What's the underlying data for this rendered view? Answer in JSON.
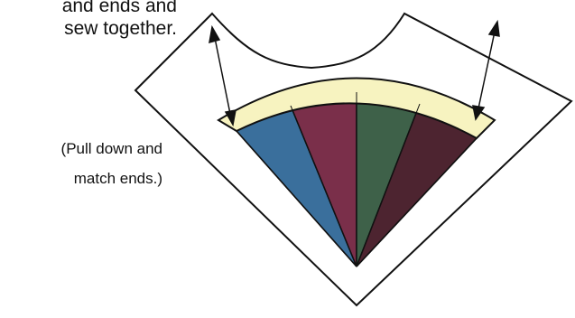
{
  "text": {
    "top_line_1": "and ends and",
    "top_line_2": "sew together.",
    "note_line_1": "(Pull down and",
    "note_line_2": "match ends.)"
  },
  "colors": {
    "outline": "#111111",
    "background": "#ffffff",
    "band": "#f7f3c0",
    "wedges": [
      "#3a6f9c",
      "#7a2f4a",
      "#3e6149",
      "#4d2430"
    ]
  }
}
